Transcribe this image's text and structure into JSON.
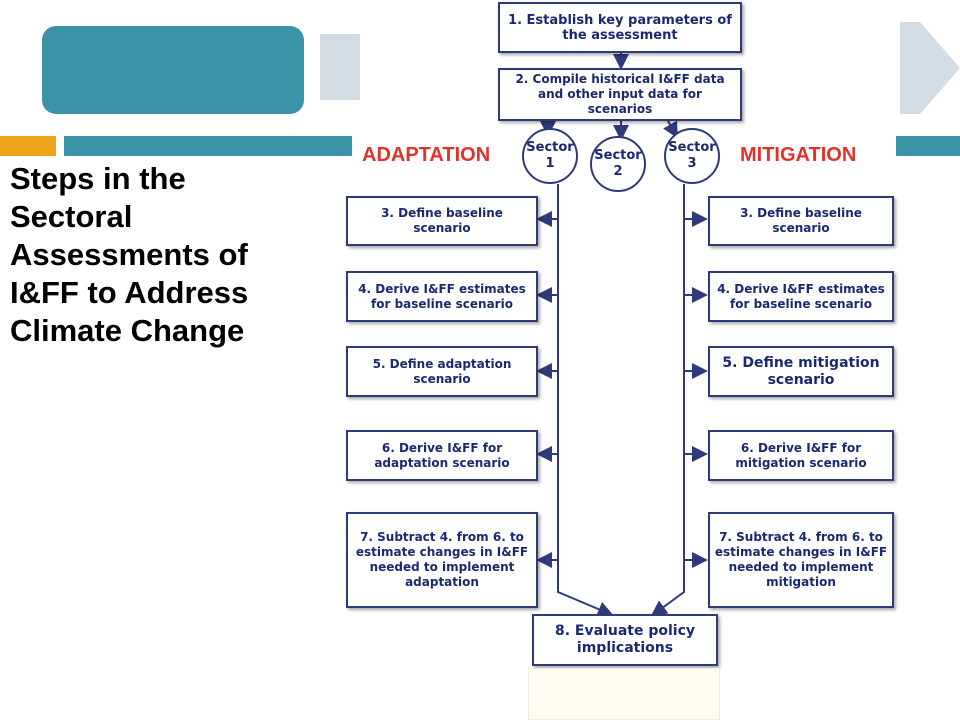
{
  "slide": {
    "title": "Steps in the Sectoral Assessments of I&FF to Address Climate Change"
  },
  "colors": {
    "teal": "#3a93a6",
    "orange": "#efa51b",
    "grey": "#d3dde3",
    "navy": "#1b2a70",
    "red": "#e0322b"
  },
  "diagram": {
    "step1": "1. Establish key parameters of the assessment",
    "step2": "2. Compile historical I&FF data and other input data for scenarios",
    "adaptation_label": "ADAPTATION",
    "mitigation_label": "MITIGATION",
    "sectors": [
      "Sector 1",
      "Sector 2",
      "Sector 3"
    ],
    "adaptation_steps": [
      "3. Define baseline scenario",
      "4. Derive I&FF estimates for baseline scenario",
      "5. Define adaptation scenario",
      "6. Derive I&FF for adaptation scenario",
      "7. Subtract 4. from 6. to estimate changes in I&FF needed to implement adaptation"
    ],
    "mitigation_steps": [
      "3. Define baseline scenario",
      "4. Derive I&FF estimates for baseline scenario",
      "5. Define mitigation scenario",
      "6. Derive I&FF for mitigation scenario",
      "7. Subtract 4. from 6. to estimate changes in I&FF needed to implement mitigation"
    ],
    "step8": "8. Evaluate policy implications"
  }
}
